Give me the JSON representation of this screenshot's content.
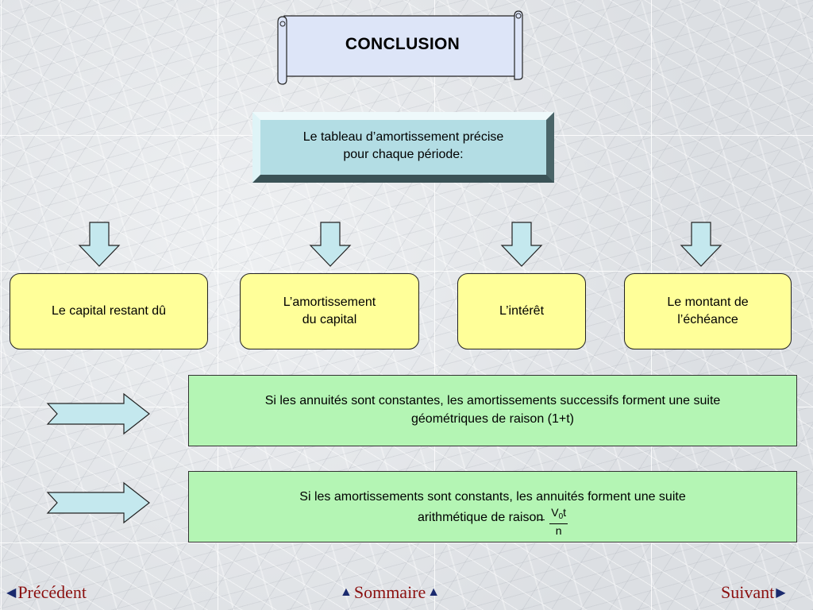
{
  "title": "CONCLUSION",
  "intro": {
    "line1": "Le tableau d’amortissement précise",
    "line2": "pour chaque période:"
  },
  "items": [
    {
      "line1": "Le capital restant dû",
      "line2": ""
    },
    {
      "line1": "L’amortissement",
      "line2": "du capital"
    },
    {
      "line1": "L’intérêt",
      "line2": ""
    },
    {
      "line1": "Le montant de",
      "line2": "l’échéance"
    }
  ],
  "rules": [
    {
      "line1": "Si les annuités sont constantes, les amortissements successifs forment une suite",
      "line2": "géométriques de raison (1+t)"
    },
    {
      "line1": "Si les amortissements sont constants, les annuités forment une suite",
      "line2": "arithmétique de raison"
    }
  ],
  "formula": {
    "sign": "–",
    "numerator": "V",
    "subscript": "0",
    "numerator_suffix": "t",
    "denominator": "n"
  },
  "nav": {
    "previous": "Précédent",
    "summary": "Sommaire",
    "next": "Suivant",
    "left_icon": "◀",
    "up_icon": "▲",
    "right_icon": "▶"
  },
  "colors": {
    "title_scroll": "#dde5f8",
    "intro_box": "#b3dde4",
    "item_box": "#ffff99",
    "rule_box": "#b4f5b4",
    "arrow_fill": "#c4e8ee",
    "nav_text": "#8b1010",
    "nav_icon": "#1a2a6e"
  }
}
